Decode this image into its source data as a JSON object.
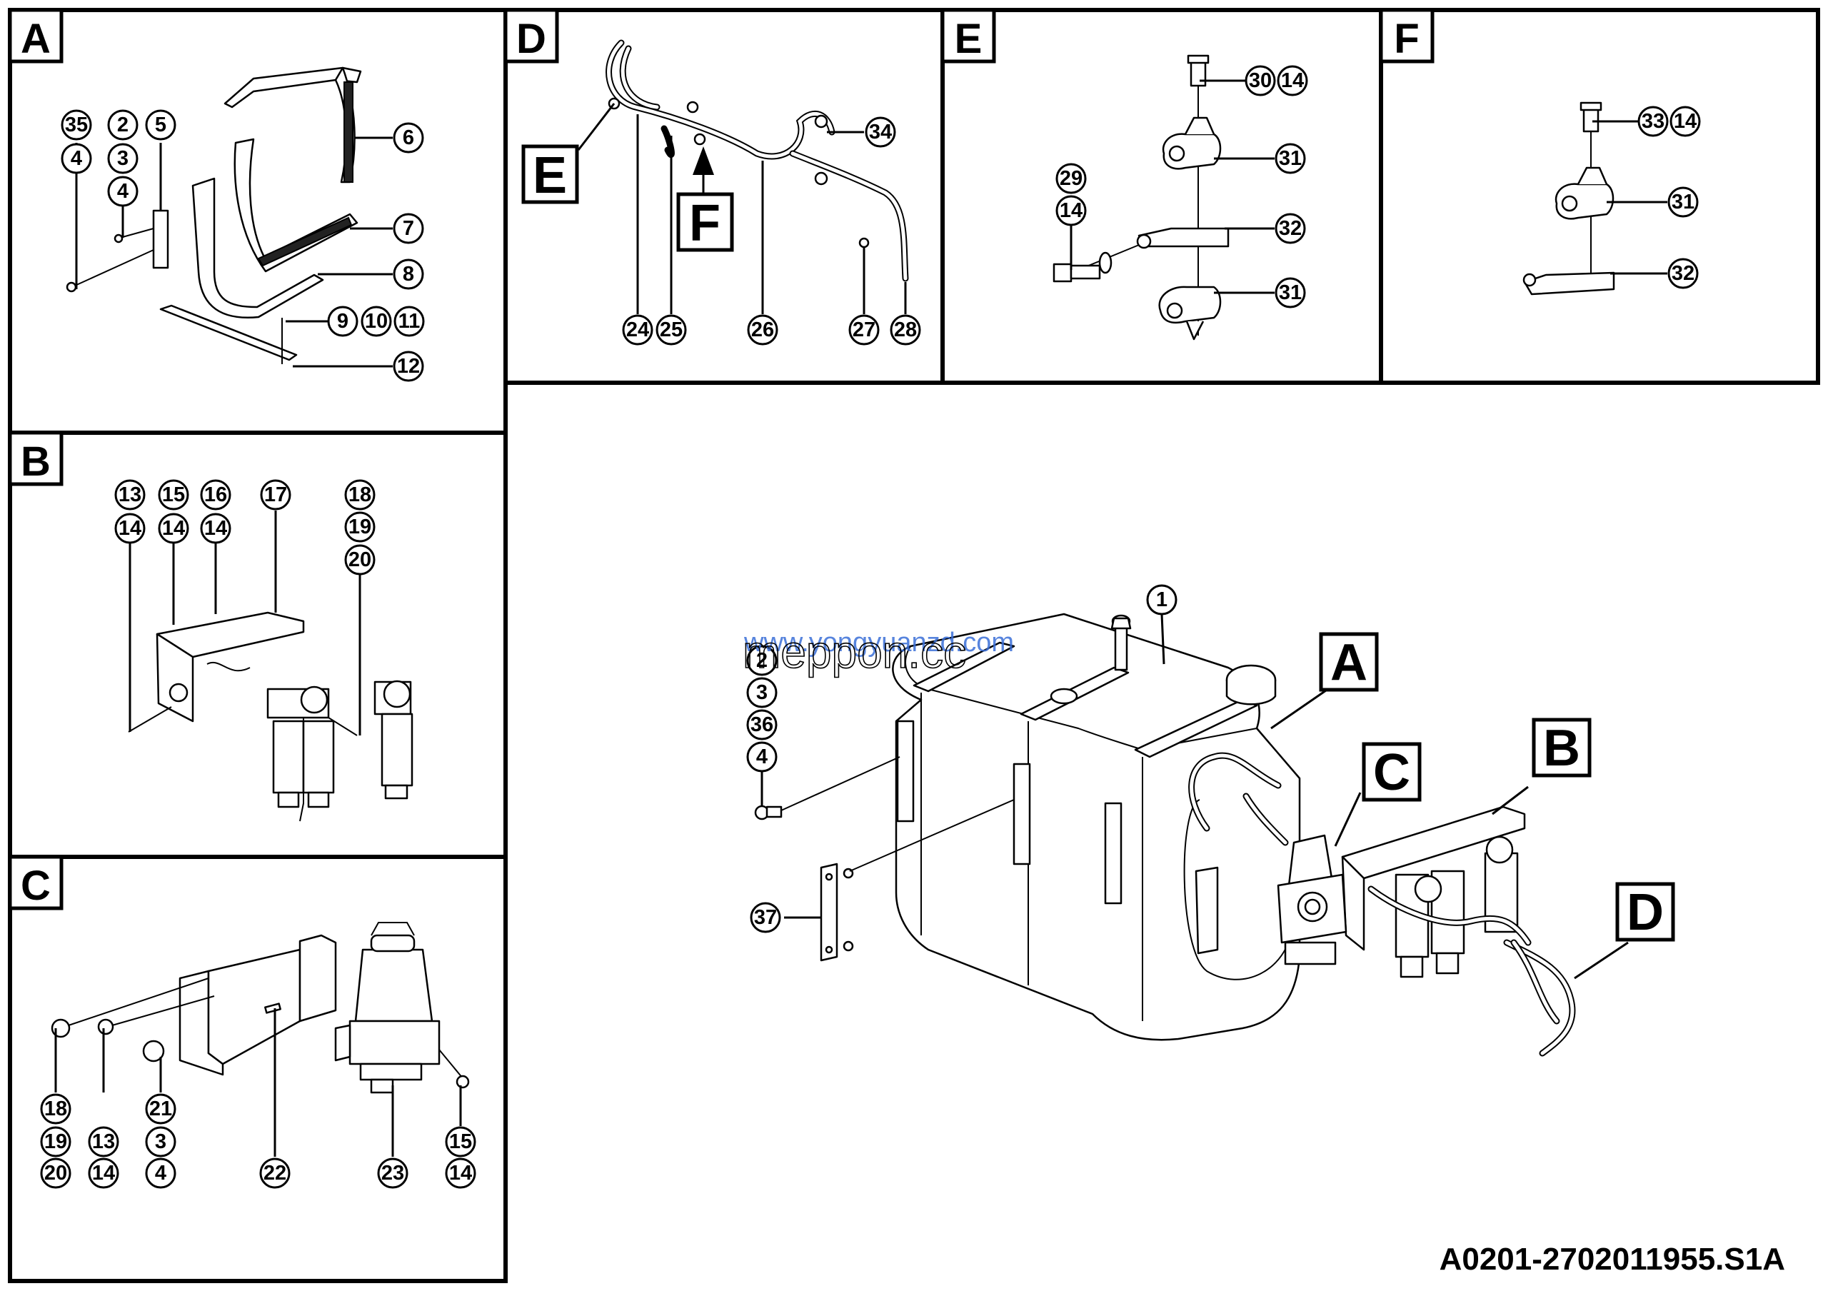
{
  "panels": {
    "A": {
      "label": "A"
    },
    "B": {
      "label": "B"
    },
    "C": {
      "label": "C"
    },
    "D": {
      "label": "D"
    },
    "E": {
      "label": "E"
    },
    "F": {
      "label": "F"
    }
  },
  "callouts": {
    "main_A": "A",
    "main_B": "B",
    "main_C": "C",
    "main_D": "D",
    "detail_E": "E",
    "detail_F": "F"
  },
  "part_numbers": {
    "A": [
      "35",
      "4",
      "2",
      "3",
      "4",
      "5",
      "6",
      "7",
      "8",
      "9",
      "10",
      "11",
      "12"
    ],
    "B": [
      "13",
      "14",
      "15",
      "14",
      "16",
      "14",
      "17",
      "18",
      "19",
      "20"
    ],
    "C": [
      "18",
      "19",
      "20",
      "13",
      "14",
      "21",
      "3",
      "4",
      "22",
      "23",
      "15",
      "14"
    ],
    "D": [
      "34",
      "24",
      "25",
      "26",
      "27",
      "28"
    ],
    "E": [
      "30",
      "14",
      "31",
      "29",
      "14",
      "32",
      "31"
    ],
    "F": [
      "33",
      "14",
      "31",
      "32"
    ],
    "main": [
      "1",
      "2",
      "3",
      "36",
      "4",
      "37"
    ]
  },
  "watermark": {
    "line1": "www.yongyuanzd.com",
    "line2": "meppon.cc"
  },
  "document_number": "A0201-2702011955.S1A"
}
